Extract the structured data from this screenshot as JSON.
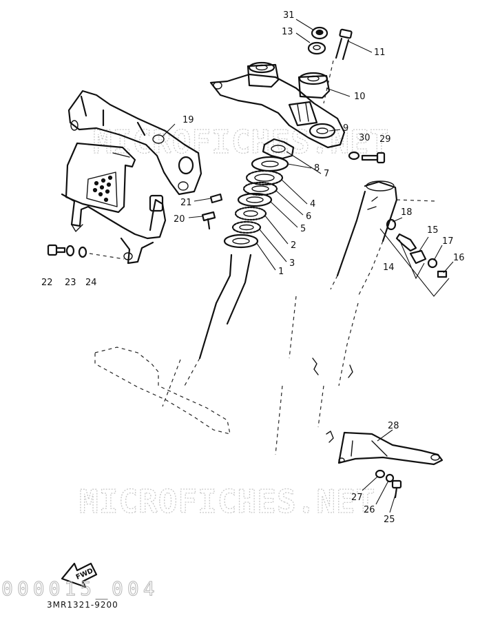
{
  "watermarks": [
    "MICROFICHES.NET",
    "MICROFICHES.NET"
  ],
  "diagram_code": "3MR1321-9200",
  "faint_text": "000015_004",
  "fwd_label": "FWD",
  "callouts": [
    "31",
    "13",
    "11",
    "10",
    "9",
    "30",
    "29",
    "19",
    "7",
    "8",
    "4",
    "6",
    "5",
    "2",
    "3",
    "1",
    "21",
    "20",
    "18",
    "15",
    "17",
    "16",
    "14",
    "22",
    "23",
    "24",
    "28",
    "27",
    "26",
    "25"
  ]
}
